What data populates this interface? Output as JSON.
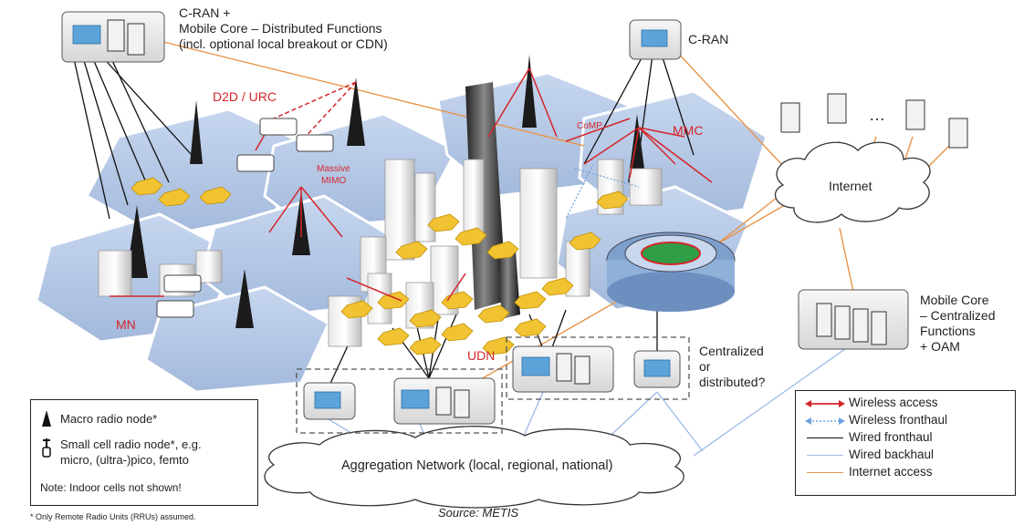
{
  "labels": {
    "cran_top_left": "C-RAN +",
    "mobile_core_distributed_line1": "Mobile Core – Distributed Functions",
    "mobile_core_distributed_line2": "(incl. optional local breakout or CDN)",
    "cran_top_right": "C-RAN",
    "d2d_urc": "D2D / URC",
    "comp": "CoMP",
    "mmc": "MMC",
    "massive_mimo_line1": "Massive",
    "massive_mimo_line2": "MIMO",
    "internet": "Internet",
    "ellipsis": "…",
    "mn": "MN",
    "udn": "UDN",
    "centralized_line1": "Centralized",
    "centralized_line2": "or",
    "centralized_line3": "distributed?",
    "mobile_core_central_line1": "Mobile Core",
    "mobile_core_central_line2": "– Centralized",
    "mobile_core_central_line3": "Functions",
    "mobile_core_central_line4": "+ OAM",
    "aggregation_network": "Aggregation Network (local, regional, national)",
    "source": "Source: METIS",
    "footnote": "* Only Remote Radio Units (RRUs) assumed."
  },
  "legend_left": {
    "macro": "Macro radio node*",
    "small_line1": "Small cell radio node*, e.g.",
    "small_line2": "micro, (ultra-)pico, femto",
    "note": "Note:  Indoor cells not shown!"
  },
  "legend_right": {
    "items": [
      {
        "label": "Wireless access",
        "color": "#d4262b"
      },
      {
        "label": "Wireless fronthaul",
        "color": "#6fa3e0"
      },
      {
        "label": "Wired fronthaul",
        "color": "#111111"
      },
      {
        "label": "Wired backhaul",
        "color": "#9cbbe6"
      },
      {
        "label": "Internet access",
        "color": "#e8944a"
      }
    ]
  },
  "colors": {
    "hex_fill": "#b8cbe6",
    "hex_stroke": "#ffffff",
    "cell_fill": "#f1c232",
    "wireless_access": "#d4262b",
    "internet_access": "#e8944a"
  }
}
